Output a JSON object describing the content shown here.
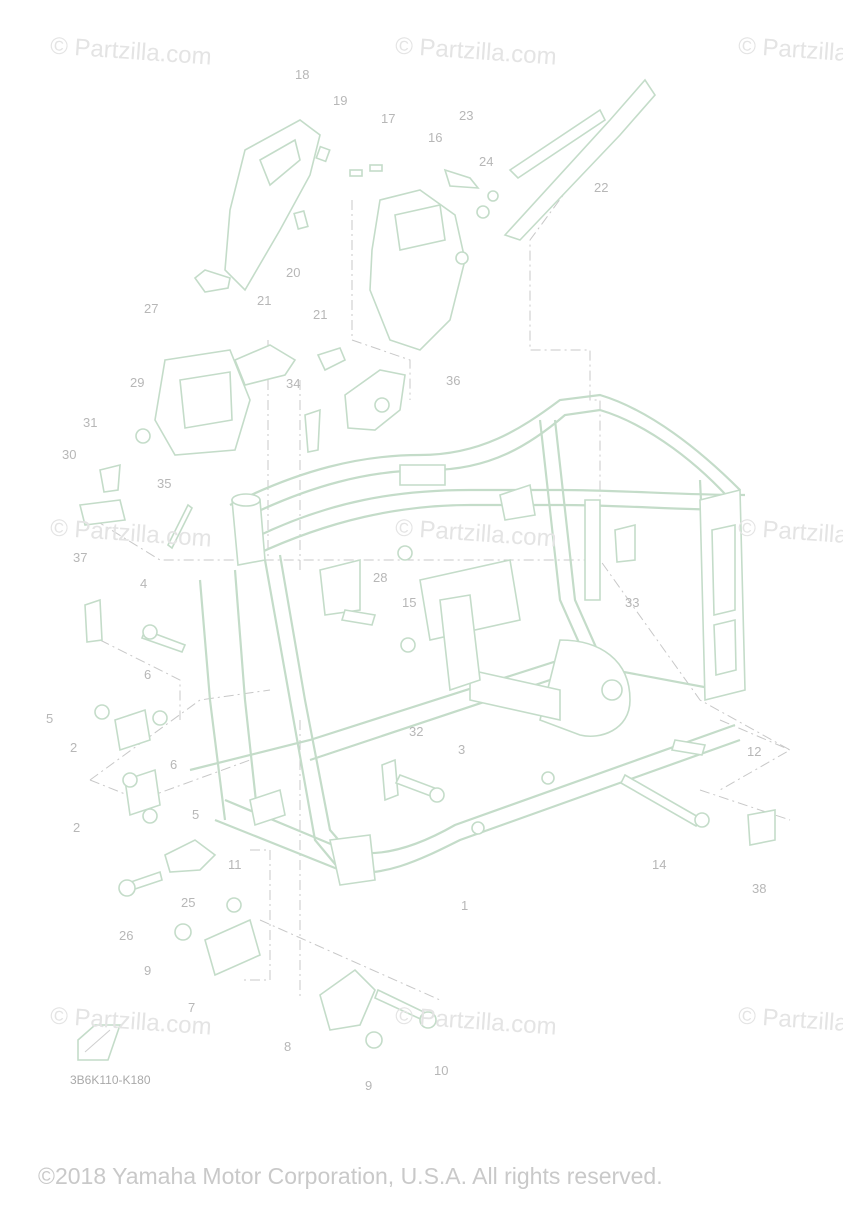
{
  "watermarks": [
    "© Partzilla.com",
    "© Partzilla.com",
    "© Partzilla.com",
    "© Partzilla.com",
    "© Partzilla.com",
    "© Partzilla.com",
    "© Partzilla.com",
    "© Partzilla.com",
    "© Partzilla.com"
  ],
  "callouts": [
    "18",
    "19",
    "17",
    "16",
    "23",
    "24",
    "22",
    "20",
    "21",
    "27",
    "21",
    "36",
    "29",
    "34",
    "31",
    "30",
    "35",
    "37",
    "4",
    "28",
    "15",
    "33",
    "6",
    "5",
    "2",
    "6",
    "32",
    "3",
    "12",
    "2",
    "5",
    "14",
    "38",
    "25",
    "11",
    "1",
    "26",
    "9",
    "7",
    "8",
    "9",
    "10"
  ],
  "diagram_code": "3B6K110-K180",
  "copyright": "©2018 Yamaha Motor Corporation, U.S.A. All rights reserved."
}
